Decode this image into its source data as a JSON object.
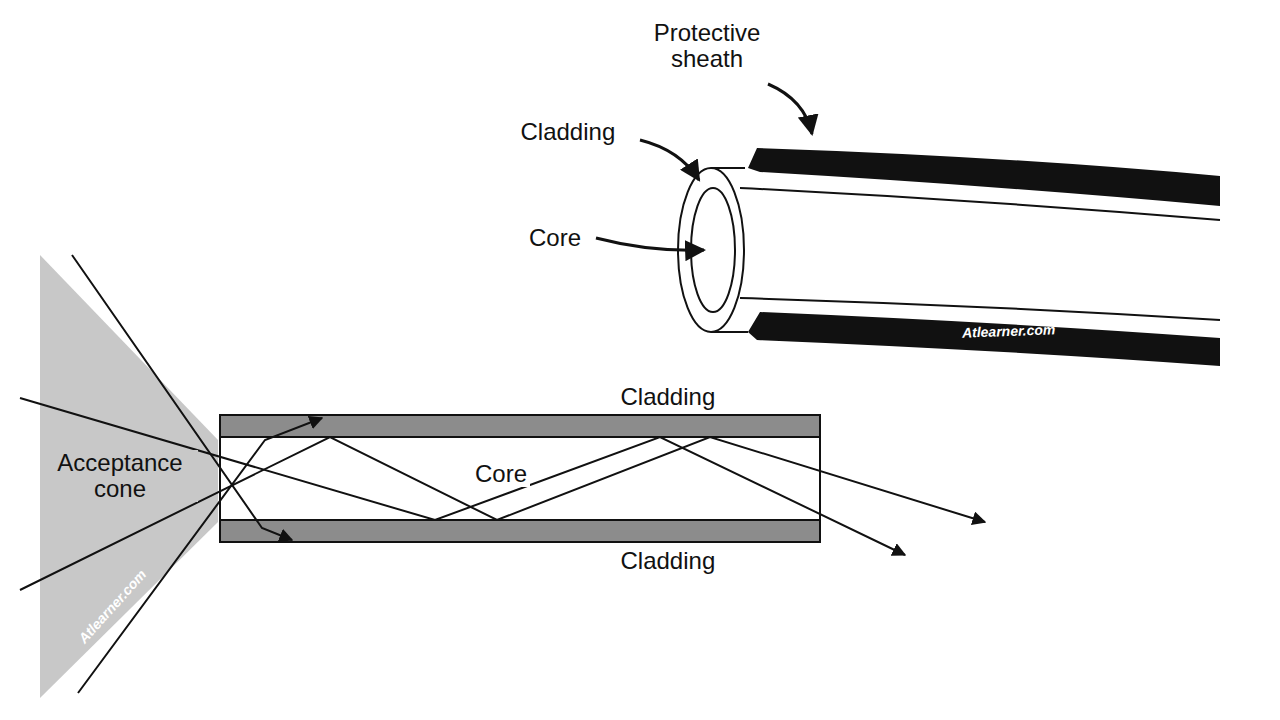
{
  "diagram": {
    "labels": [
      "Protective sheath",
      "Cladding",
      "Core",
      "Cladding",
      "Core",
      "Cladding",
      "Acceptance cone",
      "Atlearner.com",
      "Atlearner.com"
    ]
  }
}
